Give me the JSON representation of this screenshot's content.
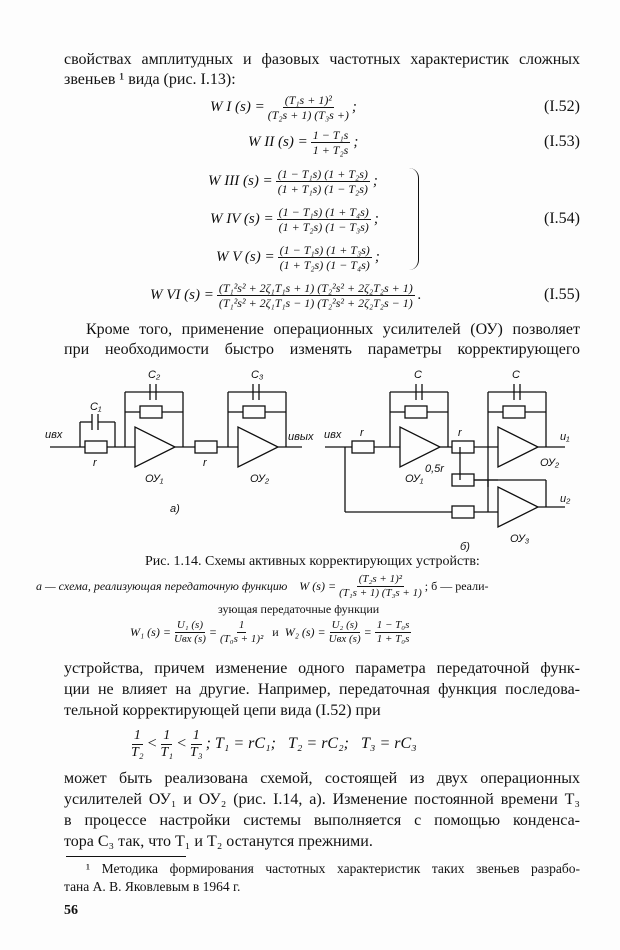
{
  "para1": {
    "line1": "свойствах амплитудных и фазовых частотных характеристик сложных",
    "line2": "звеньев ¹ вида (рис. I.13):"
  },
  "equations": [
    {
      "lhs": "W I (s) =",
      "num": "(T₁s + 1)²",
      "den": "(T₂s + 1) (T₃s +)",
      "tail": ";",
      "label": "(I.52)"
    },
    {
      "lhs": "W II (s) =",
      "num": "1 − T₁s",
      "den": "1 + T₂s",
      "tail": ";",
      "label": "(I.53)"
    },
    {
      "lhs": "W III (s) =",
      "num": "(1 − T₁s) (1 + T₂s)",
      "den": "(1 + T₁s) (1 − T₂s)",
      "tail": ";"
    },
    {
      "lhs": "W IV (s) =",
      "num": "(1 − T₁s) (1 + T₄s)",
      "den": "(1 + T₂s) (1 − T₃s)",
      "tail": ";",
      "label": "(I.54)"
    },
    {
      "lhs": "W V (s) =",
      "num": "(1 − T₁s) (1 + T₃s)",
      "den": "(1 + T₂s) (1 − T₄s)",
      "tail": ";"
    },
    {
      "lhs": "W VI (s) =",
      "num": "(T₁²s² + 2ζ₁T₁s + 1) (T₂²s² + 2ζ₂T₂s + 1)",
      "den": "(T₁²s² + 2ζ₁T₁s − 1) (T₂²s² + 2ζ₂T₂s − 1)",
      "tail": ".",
      "label": "(I.55)"
    }
  ],
  "para2": {
    "line1": "Кроме того, применение операционных усилителей (ОУ) позволяет",
    "line2": "при необходимости быстро изменять параметры корректирующего"
  },
  "figure": {
    "a": {
      "c1": "C₁",
      "c2": "C₂",
      "c3": "C₃",
      "uin": "uвх",
      "uout": "uвых",
      "r": "r",
      "op1": "ОУ₁",
      "op2": "ОУ₂",
      "label": "а)"
    },
    "b": {
      "c": "C",
      "uin": "uвх",
      "r": "r",
      "r05": "0,5r",
      "u1": "u₁",
      "u2": "u₂",
      "op1": "ОУ₁",
      "op2": "ОУ₂",
      "op3": "ОУ₃",
      "label": "б)"
    }
  },
  "caption": {
    "title": "Рис. 1.14. Схемы активных корректирующих устройств:",
    "a_text": "а — схема, реализующая передаточную функцию",
    "a_lhs": "W (s) =",
    "a_num": "(T₂s + 1)²",
    "a_den": "(T₁s + 1) (T₃s + 1)",
    "b_text": "; б — реали-",
    "line2": "зующая передаточные функции",
    "w1_lhs": "W₁ (s) =",
    "w1_n1": "U₁ (s)",
    "w1_d1": "Uвх (s)",
    "w1_n2": "1",
    "w1_d2": "(T₀s + 1)²",
    "and": "и",
    "w2_lhs": "W₂ (s) =",
    "w2_n1": "U₂ (s)",
    "w2_d1": "Uвх (s)",
    "w2_n2": "1 − T₀s",
    "w2_d2": "1 + T₀s"
  },
  "para3": {
    "lines": [
      "устройства, причем изменение одного параметра передаточной функ-",
      "ции не влияет на другие. Например, передаточная функция последова-",
      "тельной корректирующей цепи вида (I.52) при"
    ]
  },
  "ineq": {
    "f1n": "1",
    "f1d": "T₂",
    "lt1": "<",
    "f2n": "1",
    "f2d": "T₁",
    "lt2": "<",
    "f3n": "1",
    "f3d": "T₃",
    "rest": "; T₁ = rC₁;   T₂ = rC₂;   T₃ = rC₃"
  },
  "para4": {
    "lines": [
      "может быть реализована схемой, состоящей из двух операционных",
      "усилителей ОУ₁ и ОУ₂ (рис. I.14, а). Изменение постоянной времени T₃",
      "в процессе настройки системы выполняется с помощью конденса-",
      "тора C₃ так, что T₁ и T₂ останутся прежними."
    ]
  },
  "footnote": {
    "line1": "¹ Методика формирования частотных характеристик таких звеньев разрабо-",
    "line2": "тана А. В. Яковлевым в 1964 г."
  },
  "page_number": "56"
}
